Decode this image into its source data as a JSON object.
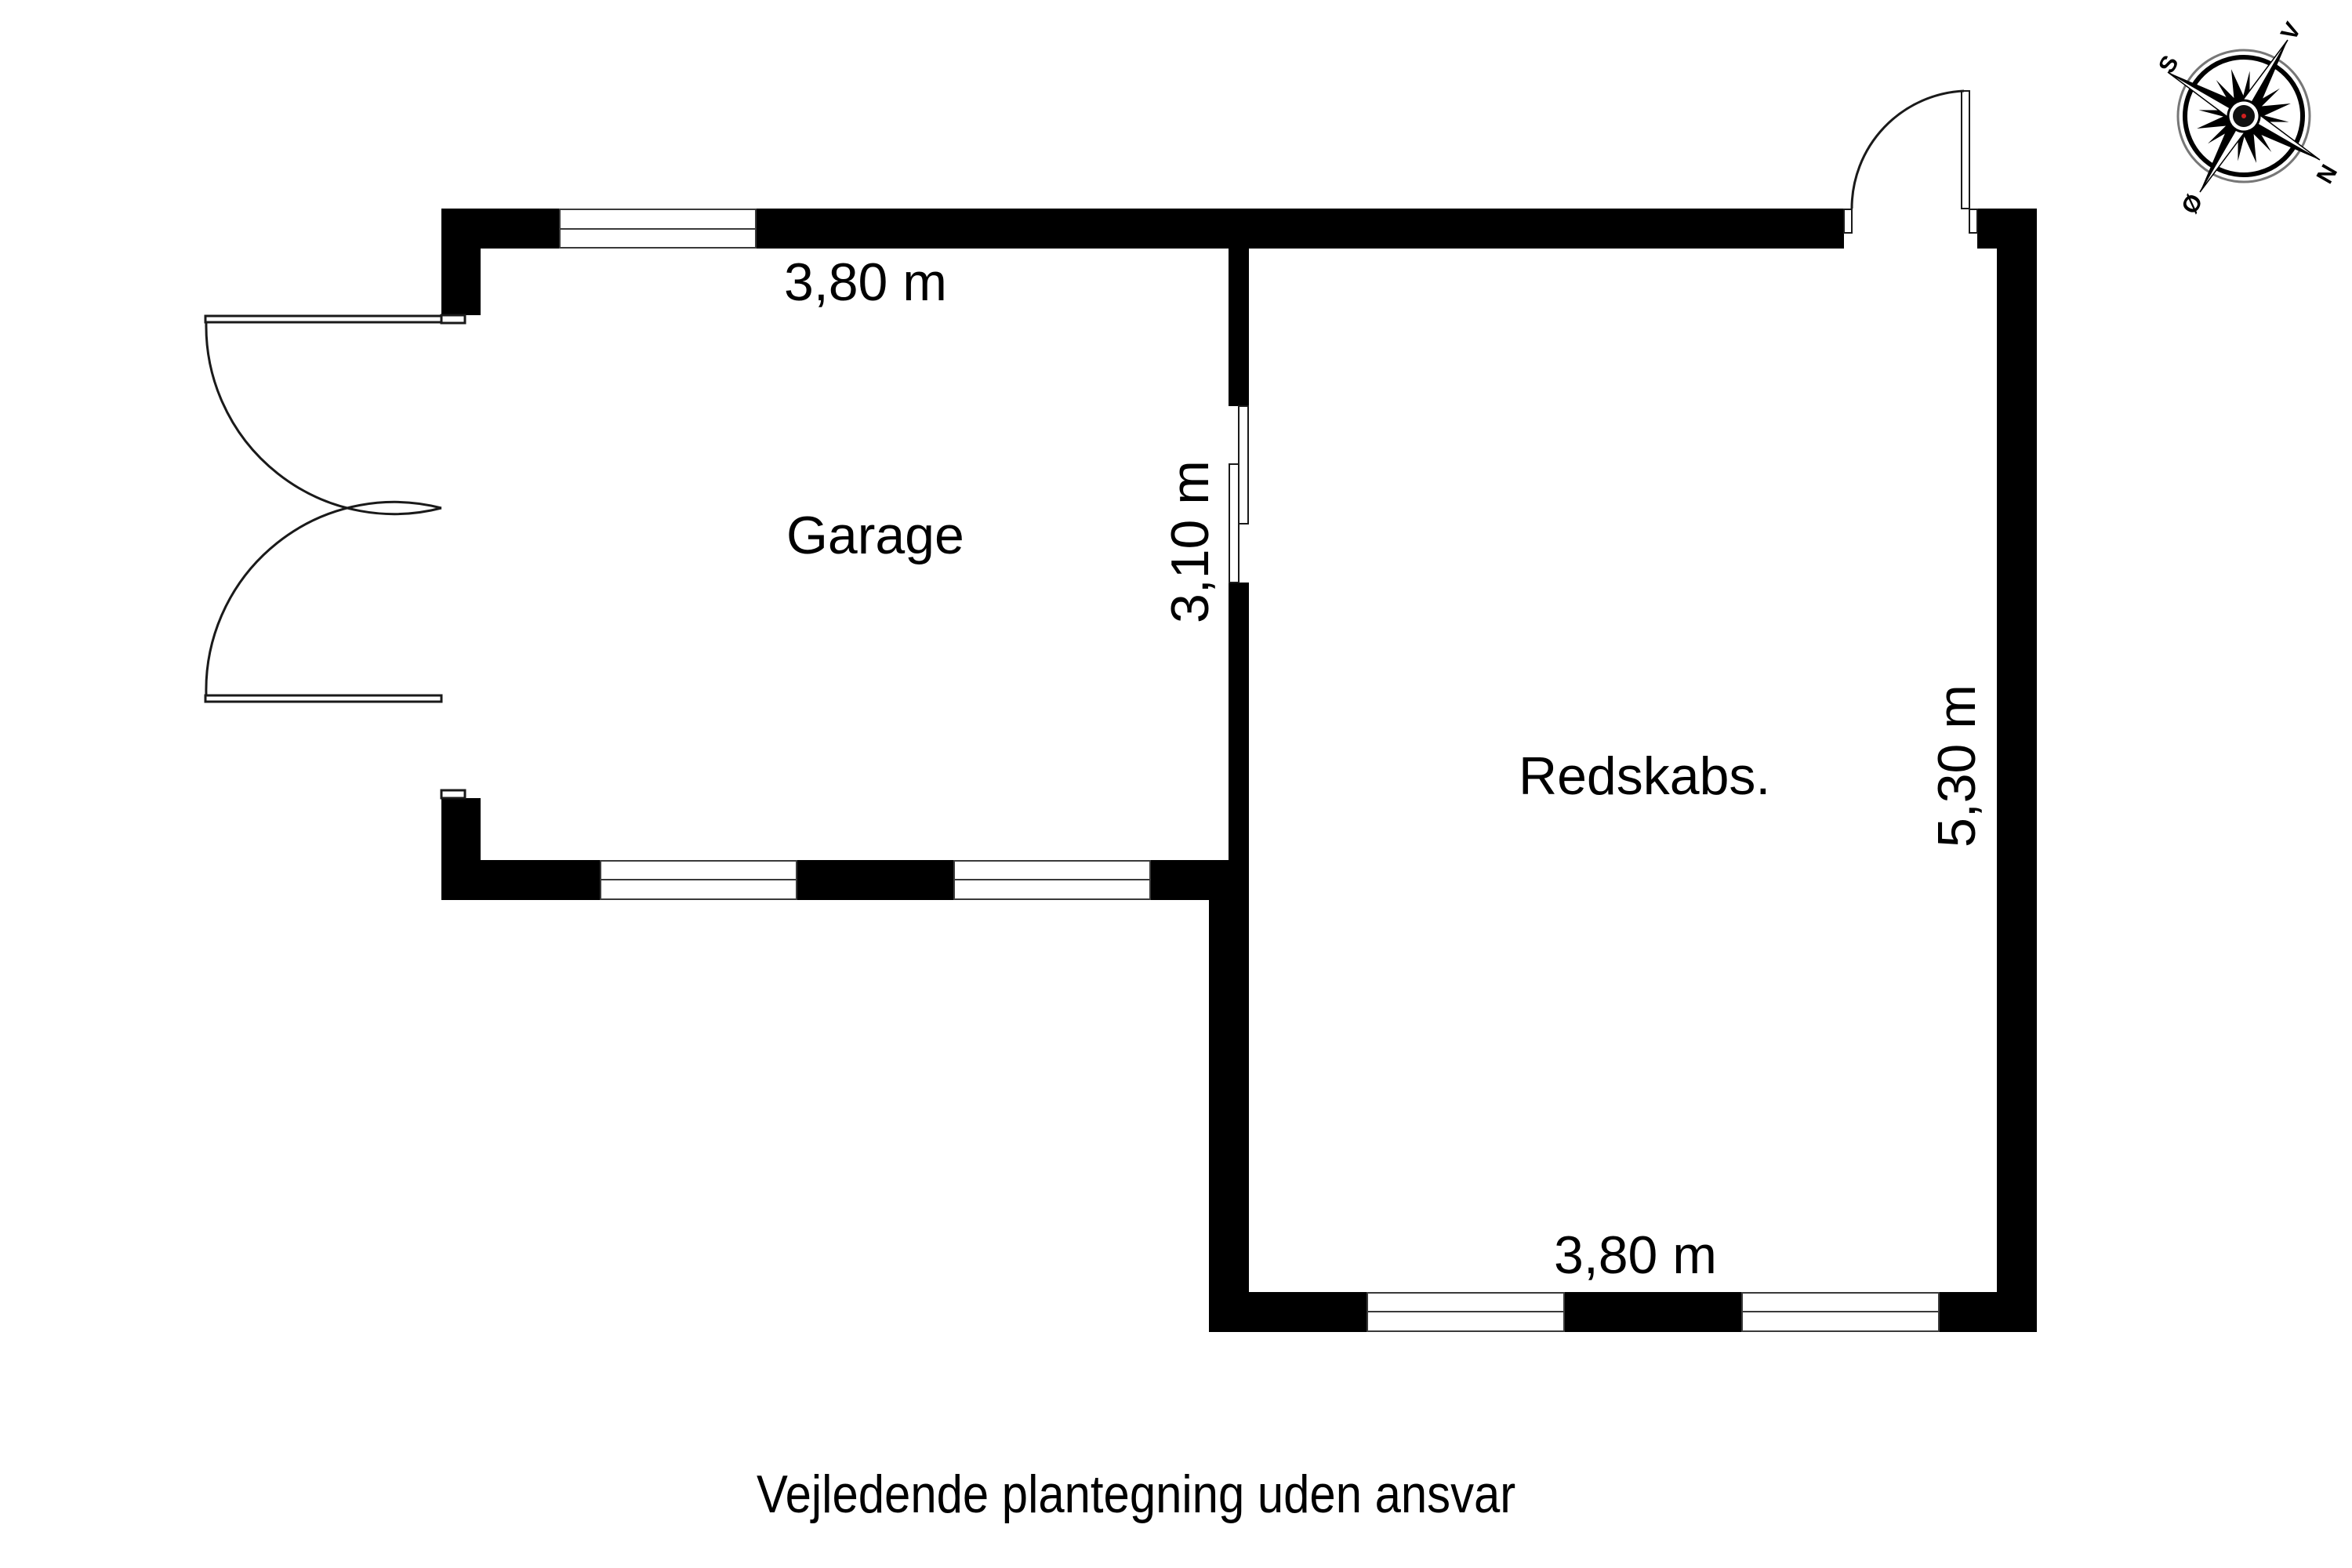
{
  "plan": {
    "rooms": [
      {
        "name": "Garage"
      },
      {
        "name": "Redskabs."
      }
    ],
    "dimensions": {
      "garage_width": "3,80 m",
      "garage_depth": "3,10 m",
      "redskabs_width": "3,80 m",
      "redskabs_depth": "5,30 m"
    },
    "footer": "Vejledende plantegning uden ansvar",
    "compass": {
      "icon": "compass-rose-icon",
      "letters": {
        "north": "N",
        "south": "S",
        "east": "Ø",
        "west": "V"
      }
    },
    "colors": {
      "wall": "#000000",
      "background": "#ffffff"
    }
  }
}
